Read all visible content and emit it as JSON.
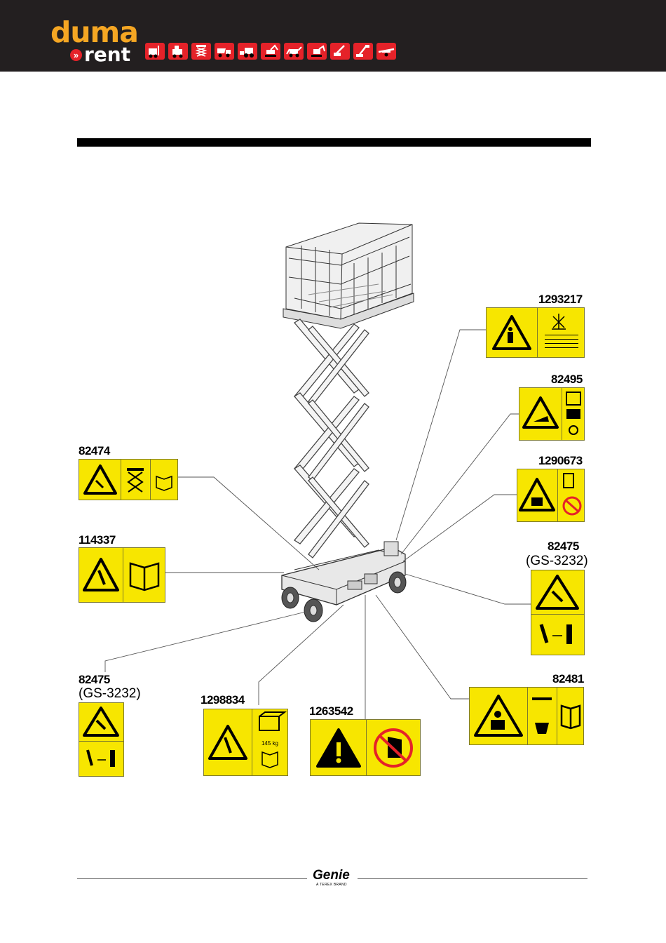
{
  "header": {
    "brand_top": "duma",
    "brand_chevron": "»",
    "brand_bottom": "rent",
    "machine_icons": [
      "forklift-icon",
      "telehandler-icon",
      "scissor-lift-icon",
      "dumper-icon",
      "wheel-loader-icon",
      "excavator-icon",
      "backhoe-icon",
      "mini-excavator-icon",
      "crane-icon",
      "boom-lift-icon",
      "trailer-icon"
    ],
    "colors": {
      "bar": "#231f20",
      "orange": "#f5a623",
      "red": "#e52229"
    }
  },
  "decals": {
    "d1293217": {
      "number": "1293217"
    },
    "d82495": {
      "number": "82495"
    },
    "d1290673": {
      "number": "1290673"
    },
    "d82474": {
      "number": "82474"
    },
    "d114337": {
      "number": "114337"
    },
    "d82475r": {
      "number": "82475",
      "model": "(GS-3232)"
    },
    "d82475l": {
      "number": "82475",
      "model": "(GS-3232)"
    },
    "d1298834": {
      "number": "1298834",
      "weight": "145 kg"
    },
    "d1263542": {
      "number": "1263542"
    },
    "d82481": {
      "number": "82481"
    }
  },
  "footer": {
    "brand": "Genie",
    "tagline": "A TEREX BRAND"
  },
  "colors": {
    "decal_yellow": "#f7e600"
  }
}
